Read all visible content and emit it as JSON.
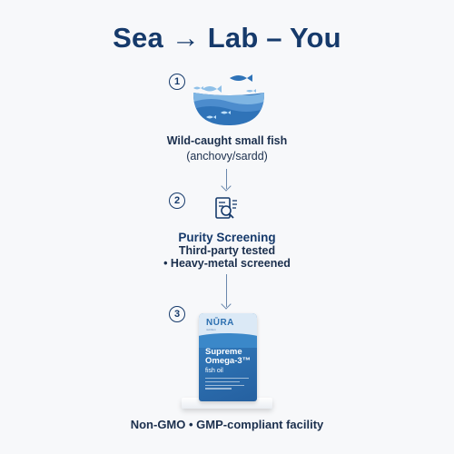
{
  "title": "Sea → Lab – You",
  "steps": [
    {
      "number": "1",
      "icon": "ocean-fish-icon",
      "lines": [
        "Wild-caught small fish",
        "(anchovy/sardd)"
      ]
    },
    {
      "number": "2",
      "icon": "lab-report-magnifier-icon",
      "heading": "Purity Screening",
      "lines": [
        "Third-party tested",
        "• Heavy-metal screened"
      ]
    },
    {
      "number": "3",
      "icon": "supplement-pouch",
      "caption": "Non-GMO • GMP-compliant facility"
    }
  ],
  "product": {
    "brand": "NŪRA",
    "brand_sub": "nutrition",
    "name_line1": "Supreme",
    "name_line2": "Omega-3™",
    "type": "fish oil"
  },
  "colors": {
    "navy": "#163a6b",
    "ocean_blue": "#2c6fb0",
    "light_blue": "#8fc0e8",
    "background": "#f7f8fa"
  }
}
